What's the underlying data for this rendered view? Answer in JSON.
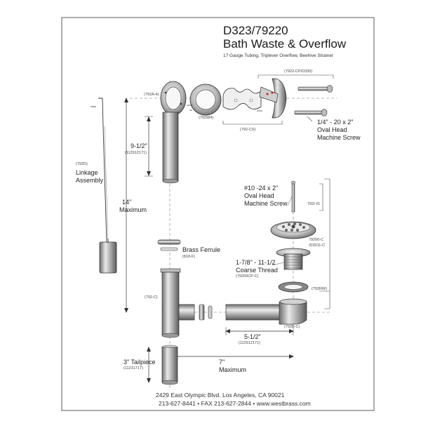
{
  "title": {
    "line1": "D323/79220",
    "line2": "Bath Waste & Overflow",
    "subtitle": "17 Gauge Tubing, Triplever Overflow, Beehive Strainer"
  },
  "labels": {
    "faceplate_code": "(7922-CP/D330)",
    "overflow_elbow_code": "(792A-4)",
    "overflow_washer_code": "(792W4)",
    "clip_code": "(792-CS)",
    "screw_large": "1/4\" - 20 x 2\"",
    "screw_large_line2": "Oval Head",
    "screw_large_line3": "Machine Screw",
    "overflow_length": "9-1/2\"",
    "overflow_length_code": "(112912171)",
    "linkage_code": "(792D)",
    "linkage_line1": "Linkage",
    "linkage_line2": "Assembly",
    "overall_height": "14\"",
    "overall_height_line2": "Maximum",
    "screw_small": "#10 -24 x 2\"",
    "screw_small_line2": "Oval Head",
    "screw_small_line3": "Machine Screw",
    "screw_small_code": "792I-IS",
    "strainer_code1": "79200-C",
    "strainer_code2": "/D3311-C",
    "brass_ferrule": "Brass Ferrule",
    "brass_ferrule_code": "(818-F)",
    "thread_line1": "1-7/8\" - 11-1/2",
    "thread_line2": "Coarse Thread",
    "thread_code": "(79250CP-C)",
    "rubber_washer_code": "(792RW)",
    "tee_code": "(792-C)",
    "shoe_code": "(792B-C)",
    "shoe_length": "5-1/2\"",
    "shoe_length_code": "(112512171)",
    "tailpiece": "3\" Tailpiece",
    "tailpiece_code": "(1123171T)",
    "max_width": "7\"",
    "max_width_line2": "Maximum"
  },
  "footer": {
    "address": "2429 East Olympic Blvd. Los Angeles, CA  90021",
    "contact": "213-627-8441 • FAX 213-627-2844 • www.westbrass.com"
  },
  "colors": {
    "line": "#333333",
    "dash": "#666666",
    "chrome_dark": "#555555",
    "chrome_mid": "#a9a9a9",
    "chrome_light": "#e6e6e6",
    "accent_red": "#c0392b"
  },
  "icons": {
    "faceplate": "faceplate-icon",
    "screw": "screw-icon",
    "strainer": "beehive-strainer-icon",
    "tee": "tee-fitting-icon",
    "shoe": "drain-shoe-icon"
  }
}
